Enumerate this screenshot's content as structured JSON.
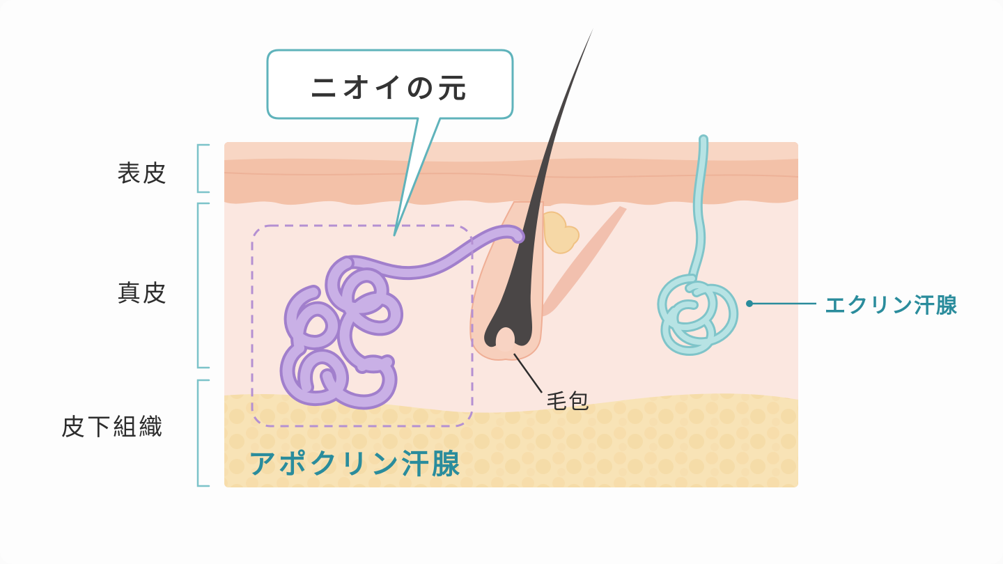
{
  "labels": {
    "epidermis": "表皮",
    "dermis": "真皮",
    "subcutaneous": "皮下組織",
    "odor_source": "ニオイの元",
    "apocrine_gland": "アポクリン汗腺",
    "eccrine_gland": "エクリン汗腺",
    "hair_follicle": "毛包"
  },
  "colors": {
    "epidermis": "#f4c4ad",
    "dermis": "#fbe6df",
    "subcutaneous": "#f8e2b4",
    "apocrine": "#b89adb",
    "eccrine": "#a9dde0",
    "hair": "#4a4646",
    "accent": "#2a8c9c",
    "bracket": "#7cc3c9"
  }
}
